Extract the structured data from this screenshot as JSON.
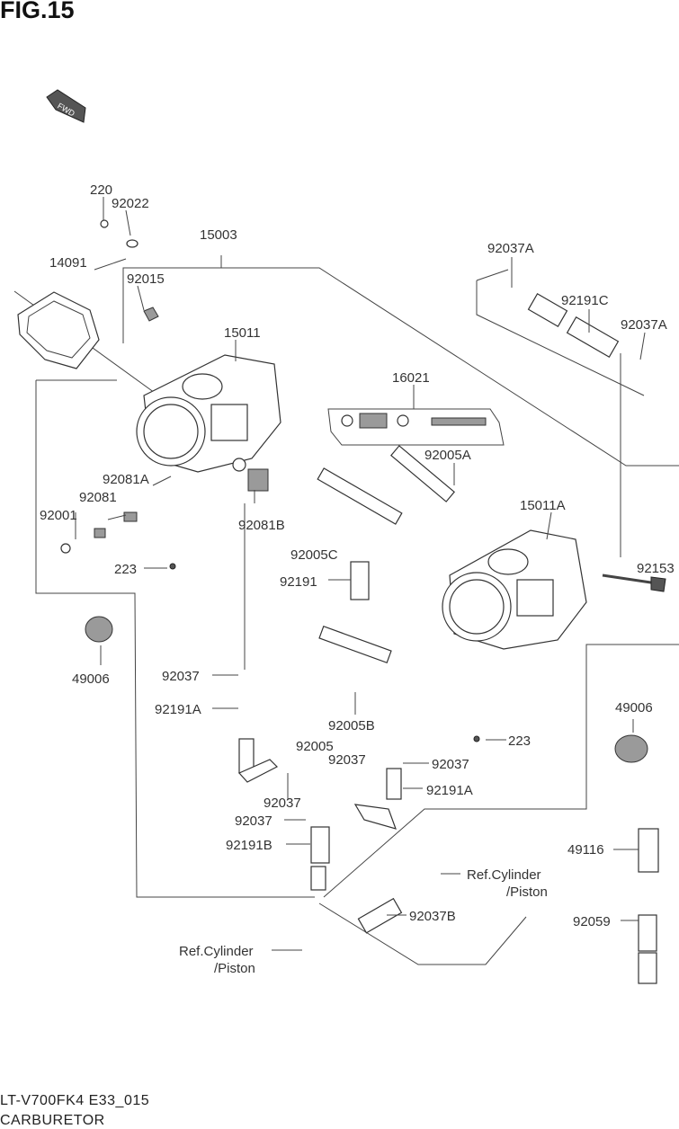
{
  "figure": {
    "title": "FIG.15",
    "fwd_label": "FWD",
    "footer_code": "LT-V700FK4 E33_015",
    "footer_name": "CARBURETOR"
  },
  "parts": {
    "p220": "220",
    "p92022": "92022",
    "p15003": "15003",
    "p14091": "14091",
    "p92015": "92015",
    "p15011": "15011",
    "p16021": "16021",
    "p92037A_1": "92037A",
    "p92191C": "92191C",
    "p92037A_2": "92037A",
    "p92005A": "92005A",
    "p15011A": "15011A",
    "p92153": "92153",
    "p92081A": "92081A",
    "p92081": "92081",
    "p92001": "92001",
    "p92081B": "92081B",
    "p92005C": "92005C",
    "p223_1": "223",
    "p92191": "92191",
    "p49006_1": "49006",
    "p92037_1": "92037",
    "p92191A_1": "92191A",
    "p92005B": "92005B",
    "p49006_2": "49006",
    "p223_2": "223",
    "p92005": "92005",
    "p92037_2": "92037",
    "p92037_3": "92037",
    "p92191A_2": "92191A",
    "p92037_4": "92037",
    "p92037_5": "92037",
    "p92191B": "92191B",
    "p49116": "49116",
    "ref1_line1": "Ref.Cylinder",
    "ref1_line2": "/Piston",
    "p92037B": "92037B",
    "p92059": "92059",
    "ref2_line1": "Ref.Cylinder",
    "ref2_line2": "/Piston"
  }
}
